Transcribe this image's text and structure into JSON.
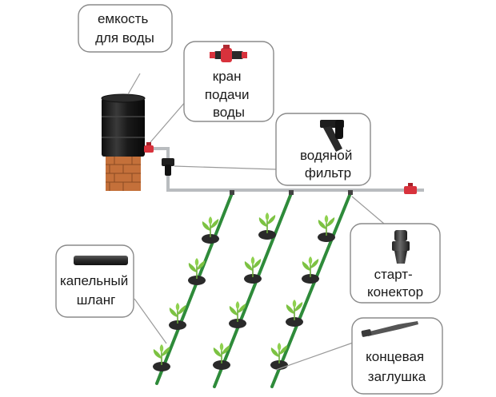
{
  "labels": {
    "water_tank": [
      "емкость",
      "для воды"
    ],
    "water_valve": [
      "кран",
      "подачи",
      "воды"
    ],
    "water_filter": [
      "водяной",
      "фильтр"
    ],
    "drip_hose": [
      "капельный",
      "шланг"
    ],
    "start_connector": [
      "старт-",
      "конектор"
    ],
    "end_cap": [
      "концевая",
      "заглушка"
    ]
  },
  "colors": {
    "pipe": "#b9bcbf",
    "hose": "#2e8b3a",
    "valve": "#d8323c",
    "plant": "#7cc242",
    "soil": "#2a2a2a",
    "brick": "#c4703a",
    "barrel": "#1c1c1c",
    "callout_border": "#8a8a8a"
  },
  "icons": [
    "barrel-icon",
    "brick-stand-icon",
    "valve-icon",
    "filter-icon",
    "hose-icon",
    "connector-icon",
    "end-cap-icon",
    "plant-icon"
  ]
}
